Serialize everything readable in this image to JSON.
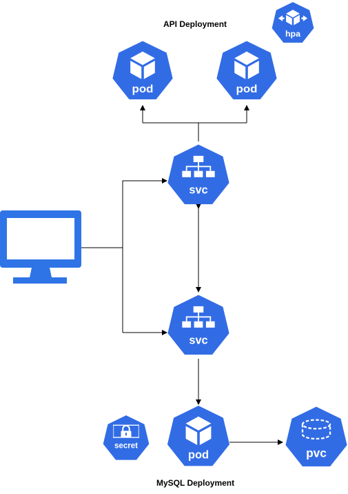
{
  "labels": {
    "api_deployment": "API Deployment",
    "mysql_deployment": "MySQL Deployment"
  },
  "nodes": {
    "api_pod_left": "pod",
    "api_pod_right": "pod",
    "hpa": "hpa",
    "api_svc": "svc",
    "mysql_svc": "svc",
    "mysql_pod": "pod",
    "secret": "secret",
    "pvc": "pvc"
  },
  "colors": {
    "kube_blue": "#326ce5",
    "monitor_blue": "#2f74e6",
    "icon_fill": "#ffffff",
    "edge": "#000000"
  },
  "icons": {
    "client": "desktop-monitor-icon",
    "pod": "cube-icon",
    "svc": "network-hierarchy-icon",
    "hpa": "resize-cube-icon",
    "secret": "padlock-icon",
    "pvc": "storage-cylinder-icon"
  }
}
